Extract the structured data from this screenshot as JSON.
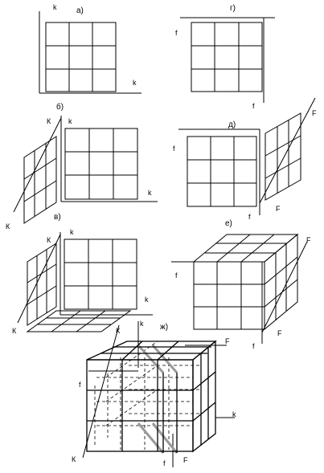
{
  "colors": {
    "line": "#000000",
    "highlight": "#9a9a9a",
    "background": "#ffffff"
  },
  "panels": {
    "a": {
      "label": "а)",
      "axis_top": "k",
      "axis_right": "k"
    },
    "g": {
      "label": "г)",
      "axis_left": "f",
      "axis_bottom": "f"
    },
    "b": {
      "label": "б)",
      "axis_left_top": "К",
      "axis_top": "k",
      "axis_left_bottom": "К",
      "axis_right": "k"
    },
    "d": {
      "label": "д)",
      "axis_left": "f",
      "axis_bottom": "f",
      "axis_right_top": "F",
      "axis_right_bottom": "F"
    },
    "v": {
      "label": "в)",
      "axis_left_top": "К",
      "axis_top": "k",
      "axis_left_bottom": "К",
      "axis_right": "k"
    },
    "e": {
      "label": "е)",
      "axis_left": "f",
      "axis_bottom": "f",
      "axis_right_top": "F",
      "axis_right_bottom": "F"
    },
    "zh": {
      "label": "ж)",
      "axis_k_top_left": "К",
      "axis_k_top": "k",
      "axis_F_top": "F",
      "axis_f_left": "f",
      "axis_k_right": "k",
      "axis_K_bottom": "К",
      "axis_f_bottom": "f",
      "axis_F_bottom": "F"
    }
  }
}
